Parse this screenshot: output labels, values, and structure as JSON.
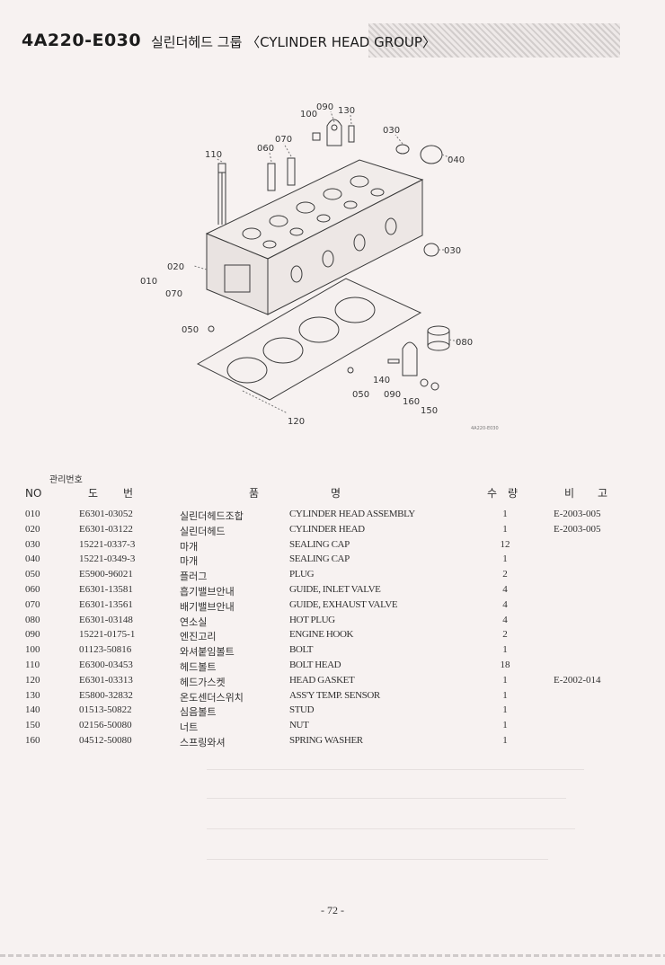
{
  "header": {
    "code": "4A220-E030",
    "title": "실린더헤드 그룹 〈CYLINDER HEAD GROUP〉"
  },
  "diagram": {
    "figure_code": "4A220-E030",
    "callouts": [
      "100",
      "090",
      "130",
      "030",
      "040",
      "110",
      "060",
      "070",
      "020",
      "010",
      "070",
      "030",
      "050",
      "080",
      "140",
      "050",
      "090",
      "160",
      "150",
      "120"
    ]
  },
  "table": {
    "headers": {
      "no": "NO",
      "mgmt": "관리번호",
      "drawing": "도번",
      "name": "품명",
      "qty": "수량",
      "remark": "비고"
    },
    "rows": [
      {
        "no": "010",
        "part": "E6301-03052",
        "kor": "실린더헤드조합",
        "eng": "CYLINDER HEAD ASSEMBLY",
        "qty": "1",
        "remark": "E-2003-005"
      },
      {
        "no": "020",
        "part": "E6301-03122",
        "kor": "실린더헤드",
        "eng": "CYLINDER HEAD",
        "qty": "1",
        "remark": "E-2003-005"
      },
      {
        "no": "030",
        "part": "15221-0337-3",
        "kor": "마개",
        "eng": "SEALING CAP",
        "qty": "12",
        "remark": ""
      },
      {
        "no": "040",
        "part": "15221-0349-3",
        "kor": "마개",
        "eng": "SEALING CAP",
        "qty": "1",
        "remark": ""
      },
      {
        "no": "050",
        "part": "E5900-96021",
        "kor": "플러그",
        "eng": "PLUG",
        "qty": "2",
        "remark": ""
      },
      {
        "no": "060",
        "part": "E6301-13581",
        "kor": "흡기밸브안내",
        "eng": "GUIDE, INLET VALVE",
        "qty": "4",
        "remark": ""
      },
      {
        "no": "070",
        "part": "E6301-13561",
        "kor": "배기밸브안내",
        "eng": "GUIDE, EXHAUST VALVE",
        "qty": "4",
        "remark": ""
      },
      {
        "no": "080",
        "part": "E6301-03148",
        "kor": "연소실",
        "eng": "HOT PLUG",
        "qty": "4",
        "remark": ""
      },
      {
        "no": "090",
        "part": "15221-0175-1",
        "kor": "엔진고리",
        "eng": "ENGINE HOOK",
        "qty": "2",
        "remark": ""
      },
      {
        "no": "100",
        "part": "01123-50816",
        "kor": "와셔붙임볼트",
        "eng": "BOLT",
        "qty": "1",
        "remark": ""
      },
      {
        "no": "110",
        "part": "E6300-03453",
        "kor": "헤드볼트",
        "eng": "BOLT HEAD",
        "qty": "18",
        "remark": ""
      },
      {
        "no": "120",
        "part": "E6301-03313",
        "kor": "헤드가스켓",
        "eng": "HEAD GASKET",
        "qty": "1",
        "remark": "E-2002-014"
      },
      {
        "no": "130",
        "part": "E5800-32832",
        "kor": "온도센더스위치",
        "eng": "ASS'Y TEMP. SENSOR",
        "qty": "1",
        "remark": ""
      },
      {
        "no": "140",
        "part": "01513-50822",
        "kor": "심음볼트",
        "eng": "STUD",
        "qty": "1",
        "remark": ""
      },
      {
        "no": "150",
        "part": "02156-50080",
        "kor": "너트",
        "eng": "NUT",
        "qty": "1",
        "remark": ""
      },
      {
        "no": "160",
        "part": "04512-50080",
        "kor": "스프링와셔",
        "eng": "SPRING WASHER",
        "qty": "1",
        "remark": ""
      }
    ]
  },
  "footer": {
    "page_number": "- 72 -"
  }
}
